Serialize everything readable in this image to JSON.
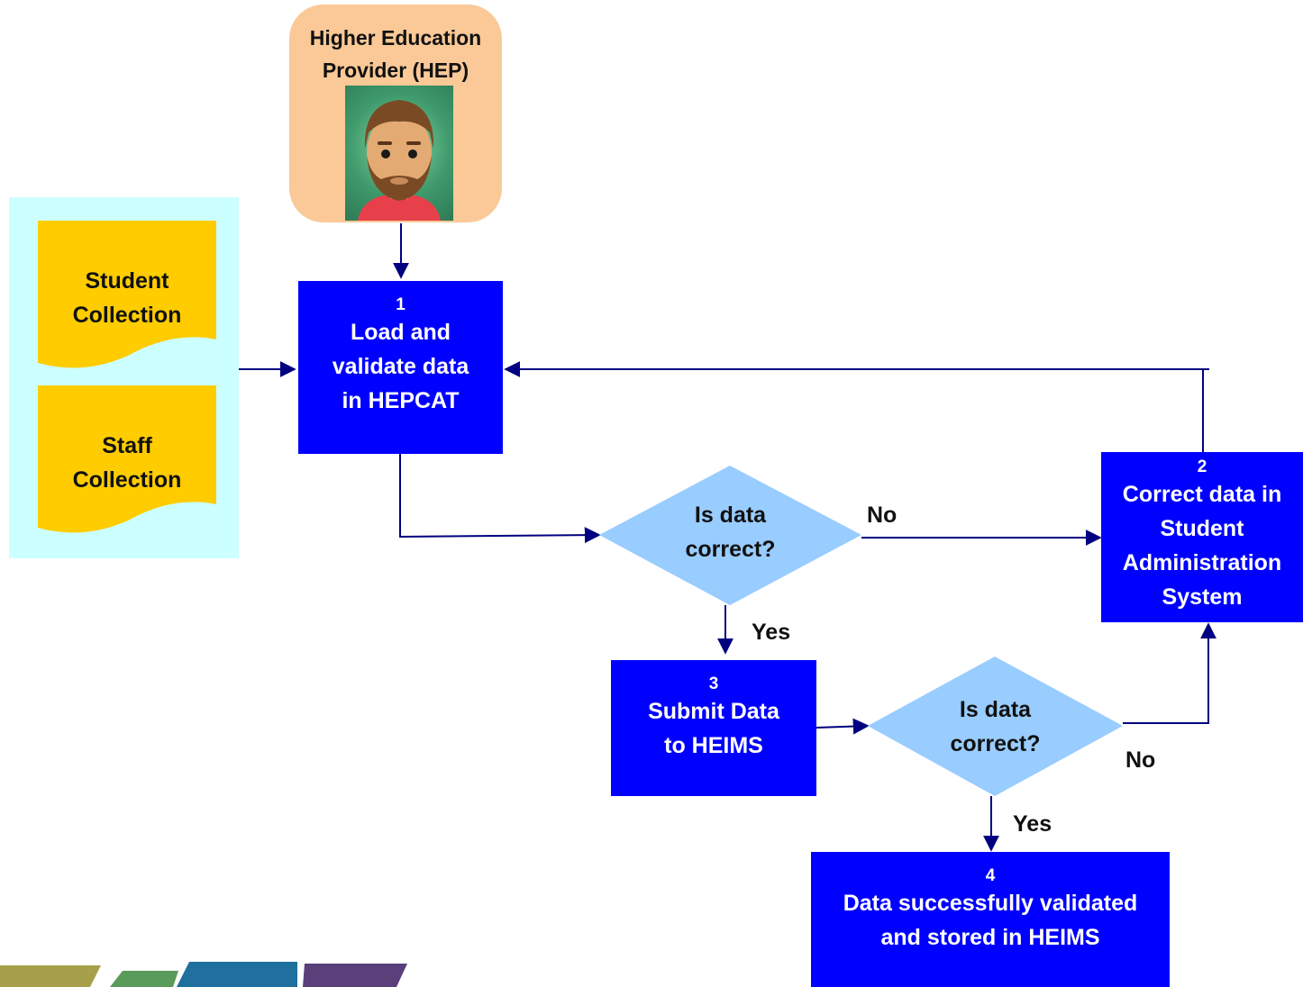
{
  "actor": {
    "label_line1": "Higher Education",
    "label_line2": "Provider (HEP)"
  },
  "sources": [
    {
      "line1": "Student",
      "line2": "Collection"
    },
    {
      "line1": "Staff",
      "line2": "Collection"
    }
  ],
  "steps": {
    "s1": {
      "num": "1",
      "lines": [
        "Load and",
        "validate data",
        "in HEPCAT"
      ]
    },
    "s2": {
      "num": "2",
      "lines": [
        "Correct data in",
        "Student",
        "Administration",
        "System"
      ]
    },
    "s3": {
      "num": "3",
      "lines": [
        "Submit Data",
        "to HEIMS"
      ]
    },
    "s4": {
      "num": "4",
      "lines": [
        "Data successfully validated",
        "and stored in HEIMS"
      ]
    }
  },
  "decisions": {
    "d1": {
      "lines": [
        "Is data",
        "correct?"
      ]
    },
    "d2": {
      "lines": [
        "Is data",
        "correct?"
      ]
    }
  },
  "edge_labels": {
    "d1_no": "No",
    "d1_yes": "Yes",
    "d2_no": "No",
    "d2_yes": "Yes"
  },
  "colors": {
    "process": "#0000ff",
    "decision": "#99ccff",
    "document": "#ffcc00",
    "source_panel": "#ccffff",
    "actor_bg": "#fbc997",
    "arrow": "#000080"
  }
}
